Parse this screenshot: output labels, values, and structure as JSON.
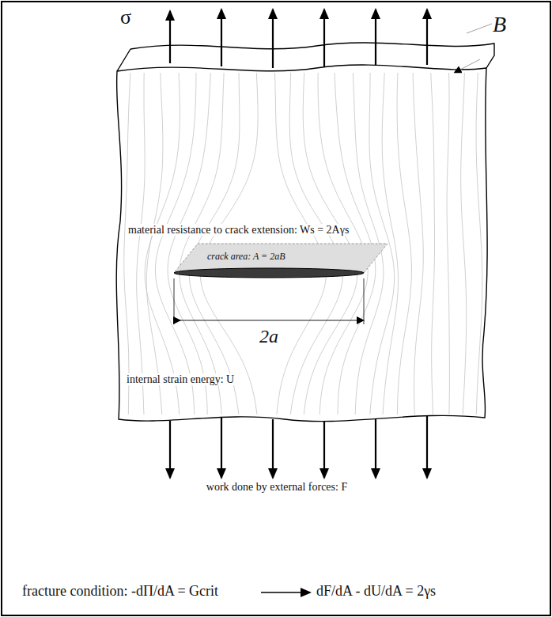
{
  "diagram": {
    "labels": [
      "σ",
      "B",
      "material resistance to crack extension: Ws = 2Aγs",
      "crack area: A = 2aB",
      "2a",
      "internal strain energy: U",
      "work done by external forces: F",
      "fracture condition: -dΠ/dA = Gcrit",
      "dF/dA - dU/dA = 2γs"
    ]
  }
}
